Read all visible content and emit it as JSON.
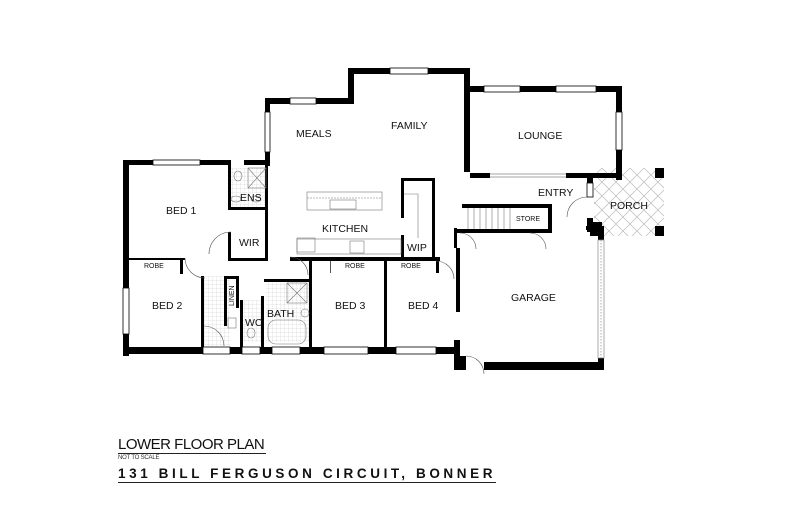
{
  "plan": {
    "title": "LOWER FLOOR PLAN",
    "scale_note": "NOT TO SCALE",
    "address": "131 BILL FERGUSON CIRCUIT, BONNER"
  },
  "rooms": {
    "meals": "MEALS",
    "family": "FAMILY",
    "lounge": "LOUNGE",
    "bed1": "BED 1",
    "ens": "ENS",
    "wir": "WIR",
    "kitchen": "KITCHEN",
    "wip": "WIP",
    "entry": "ENTRY",
    "porch": "PORCH",
    "store": "STORE",
    "robe1": "ROBE",
    "robe2": "ROBE",
    "robe3": "ROBE",
    "bed2": "BED 2",
    "linen": "LINEN",
    "wc": "WC",
    "bath": "BATH",
    "bed3": "BED 3",
    "bed4": "BED 4",
    "garage": "GARAGE"
  },
  "colors": {
    "wall": "#000000",
    "window": "#ffffff",
    "fixture_line": "#888888"
  }
}
